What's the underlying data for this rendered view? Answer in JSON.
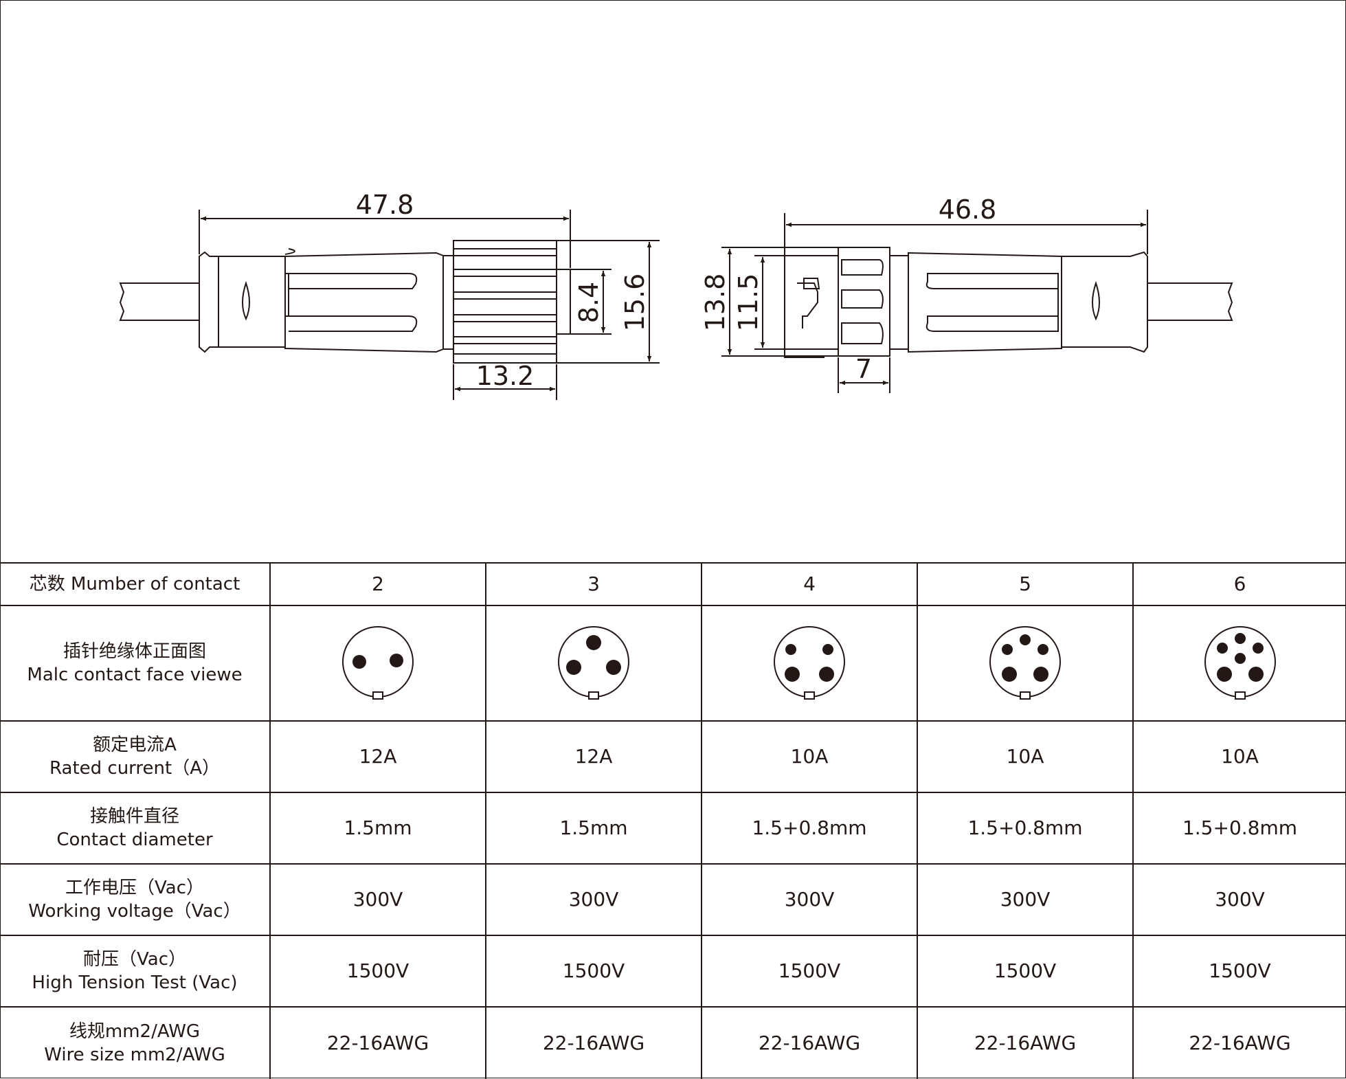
{
  "dimensions": {
    "male_length": "47.8",
    "male_nut_width": "13.2",
    "male_inner_dia": "8.4",
    "male_outer_dia": "15.6",
    "female_length": "46.8",
    "female_outer_dia": "13.8",
    "female_inner_dia": "11.5",
    "female_engage": "7"
  },
  "table": {
    "header": {
      "label": "芯数 Mumber of contact",
      "values": [
        "2",
        "3",
        "4",
        "5",
        "6"
      ]
    },
    "face_row": {
      "label_cn": "插针绝缘体正面图",
      "label_en": "Malc contact face viewe"
    },
    "rows": [
      {
        "label_cn": "额定电流A",
        "label_en": "Rated current（A）",
        "values": [
          "12A",
          "12A",
          "10A",
          "10A",
          "10A"
        ]
      },
      {
        "label_cn": "接触件直径",
        "label_en": "Contact diameter",
        "values": [
          "1.5mm",
          "1.5mm",
          "1.5+0.8mm",
          "1.5+0.8mm",
          "1.5+0.8mm"
        ]
      },
      {
        "label_cn": "工作电压（Vac）",
        "label_en": "Working voltage（Vac）",
        "values": [
          "300V",
          "300V",
          "300V",
          "300V",
          "300V"
        ]
      },
      {
        "label_cn": "耐压（Vac）",
        "label_en": "High Tension Test (Vac)",
        "values": [
          "1500V",
          "1500V",
          "1500V",
          "1500V",
          "1500V"
        ]
      },
      {
        "label_cn": "线规mm2/AWG",
        "label_en": "Wire size mm2/AWG",
        "values": [
          "22-16AWG",
          "22-16AWG",
          "22-16AWG",
          "22-16AWG",
          "22-16AWG"
        ]
      }
    ]
  },
  "colors": {
    "line": "#231815",
    "background": "#ffffff"
  }
}
